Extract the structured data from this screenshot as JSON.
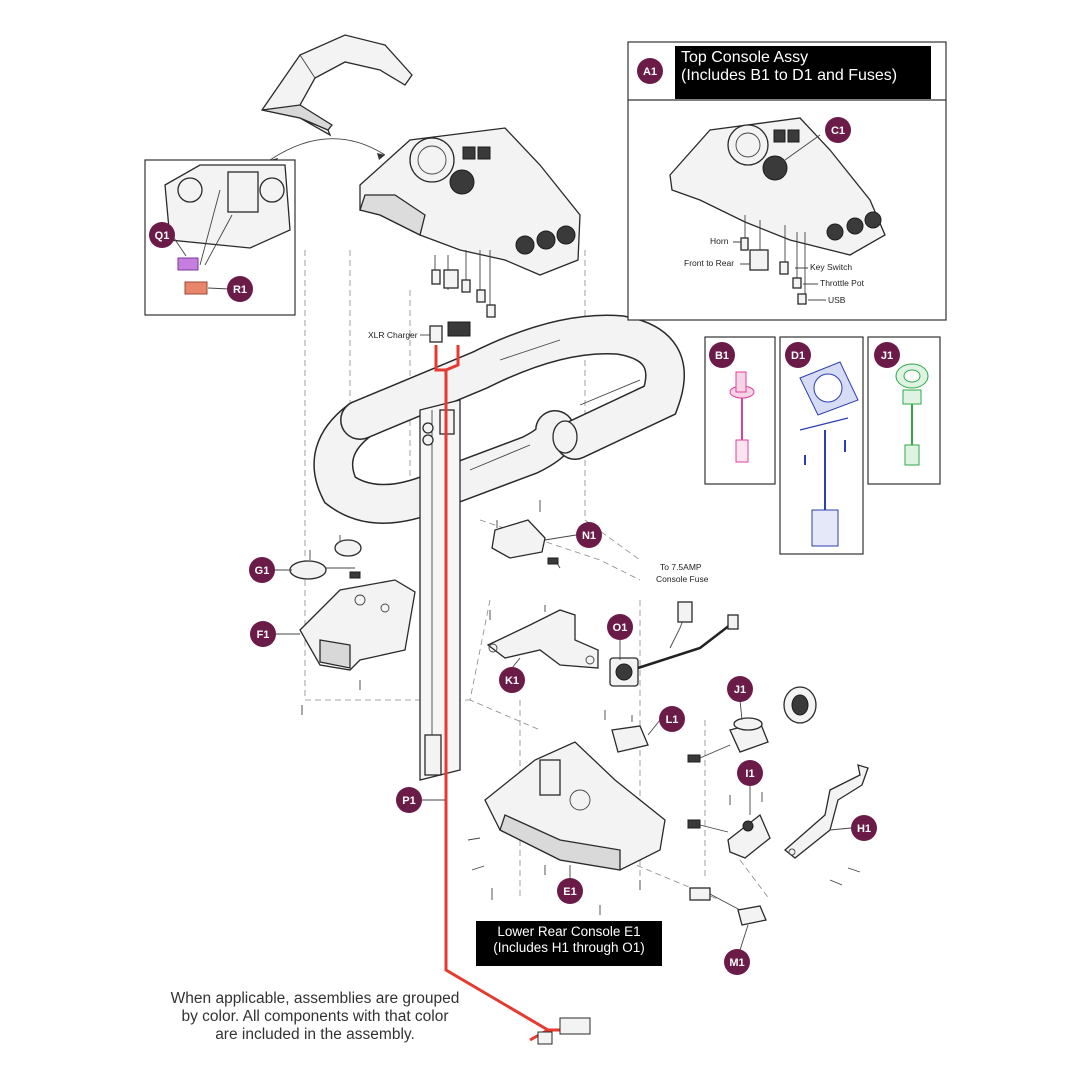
{
  "top_console_box": {
    "badge": "A1",
    "title_line1": "Top Console Assy",
    "title_line2": "(Includes B1 to D1 and Fuses)",
    "badge_c1": "C1",
    "labels": {
      "horn": "Horn",
      "front_to_rear": "Front to Rear",
      "key_switch": "Key Switch",
      "throttle_pot": "Throttle Pot",
      "usb": "USB"
    }
  },
  "inset_boxes": [
    {
      "badge": "B1",
      "color": "#e0409a"
    },
    {
      "badge": "D1",
      "color": "#2b3fb0"
    },
    {
      "badge": "J1",
      "color": "#2fa84a"
    }
  ],
  "callouts": {
    "Q1": "Q1",
    "R1": "R1",
    "G1": "G1",
    "F1": "F1",
    "N1": "N1",
    "O1": "O1",
    "K1": "K1",
    "J1": "J1",
    "L1": "L1",
    "I1": "I1",
    "P1": "P1",
    "H1": "H1",
    "E1": "E1",
    "M1": "M1"
  },
  "labels": {
    "xlr_charger": "XLR Charger",
    "fuse_line1": "To 7.5AMP",
    "fuse_line2": "Console Fuse"
  },
  "lower_console": {
    "title_line1": "Lower Rear Console E1",
    "title_line2": "(Includes H1 through O1)"
  },
  "footnote": {
    "line1": "When applicable, assemblies are grouped",
    "line2": "by color. All components with that color",
    "line3": "are included in the assembly."
  },
  "colors": {
    "badge": "#6b1b47",
    "harness_p1": "#e53a2f",
    "group_q1": "#c57fe0",
    "group_r1": "#e8856a",
    "group_b1": "#e0409a",
    "group_d1": "#2b3fb0",
    "group_j1": "#2fa84a"
  }
}
